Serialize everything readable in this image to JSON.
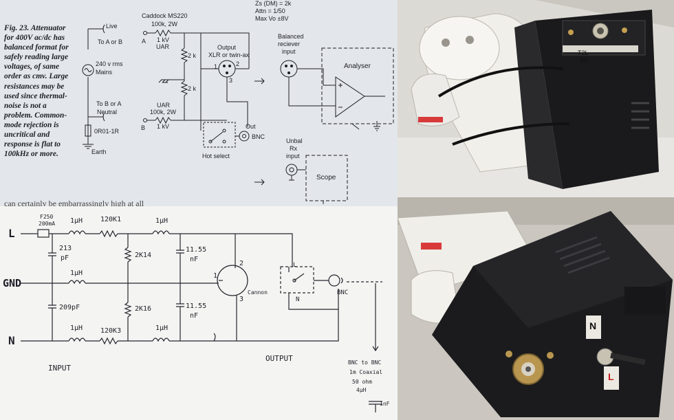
{
  "printed_schematic": {
    "caption_lines": [
      "Fig. 23. Attenuator",
      "for 400V ac/dc has",
      "balanced format for",
      "safely reading large",
      "voltages, of same",
      "order as cmv. Large",
      "resistances may be",
      "used since thermal-",
      "noise is not a",
      "problem. Common-",
      "mode rejection is",
      "uncritical and",
      "response is flat to",
      "100kHz or more."
    ],
    "labels": {
      "live": "Live",
      "to_a_or_b": "To A or B",
      "mains_v": "240 v rms",
      "mains": "Mains",
      "to_b_or_a": "To B or A",
      "neutral": "Neutral",
      "r_sense": "0R01-1R",
      "earth": "Earth",
      "caddock": "Caddock MS220",
      "r_top": "100k, 2W",
      "kv_top": "1 kV",
      "uar_top": "UAR",
      "a": "A",
      "uar_bot": "UAR",
      "r_bot": "100k, 2W",
      "kv_bot": "1 kV",
      "b": "B",
      "r2k_a": "2 k",
      "r2k_b": "2 k",
      "output": "Output",
      "xlr": "XLR or twin-ax",
      "pin1": "1",
      "pin2": "2",
      "pin3": "3",
      "out": "Out",
      "bnc": "BNC",
      "hot_select": "Hot select",
      "zs": "Zs (DM) = 2k",
      "attn": "Attn = 1/50",
      "vo": "Max Vo ±8V",
      "balanced": "Balanced",
      "reciever": "reciever",
      "input": "input",
      "analyser": "Analyser",
      "unbal": "Unbal",
      "rx": "Rx",
      "input2": "input",
      "scope": "Scope"
    },
    "footer_fragment": "can certainly be embarrassingly high at all"
  },
  "hand_schematic": {
    "labels": {
      "l": "L",
      "gnd": "GND",
      "n": "N",
      "fuse_a": "F250",
      "fuse_b": "200mA",
      "ind1": "1µH",
      "r1": "120K1",
      "ind2": "1µH",
      "cap_top": "213",
      "cap_top_u": "pF",
      "r2k_top": "2K14",
      "cap_r_top": "11.55",
      "cap_r_top_u": "nF",
      "ind_gnd": "1µH",
      "pin1": "1",
      "pin2": "2",
      "pin3": "3",
      "canon": "Cannon",
      "sw_l": "L",
      "sw_n": "N",
      "bnc": "BNC",
      "cap_bot": "209pF",
      "r2k_bot": "2K16",
      "cap_r_bot": "11.55",
      "cap_r_bot_u": "nF",
      "ind3": "1µH",
      "r3": "120K3",
      "ind4": "1µH",
      "input": "INPUT",
      "output": "OUTPUT",
      "note1": "BNC to BNC",
      "note2": "1m Coaxial",
      "note3": "50 ohm",
      "note4": "4µH",
      "note5": "1nF"
    }
  },
  "photos": {
    "box_text_1": "T2L",
    "box_text_2": "3M",
    "badge_top": "N",
    "badge_bottom": "L"
  }
}
